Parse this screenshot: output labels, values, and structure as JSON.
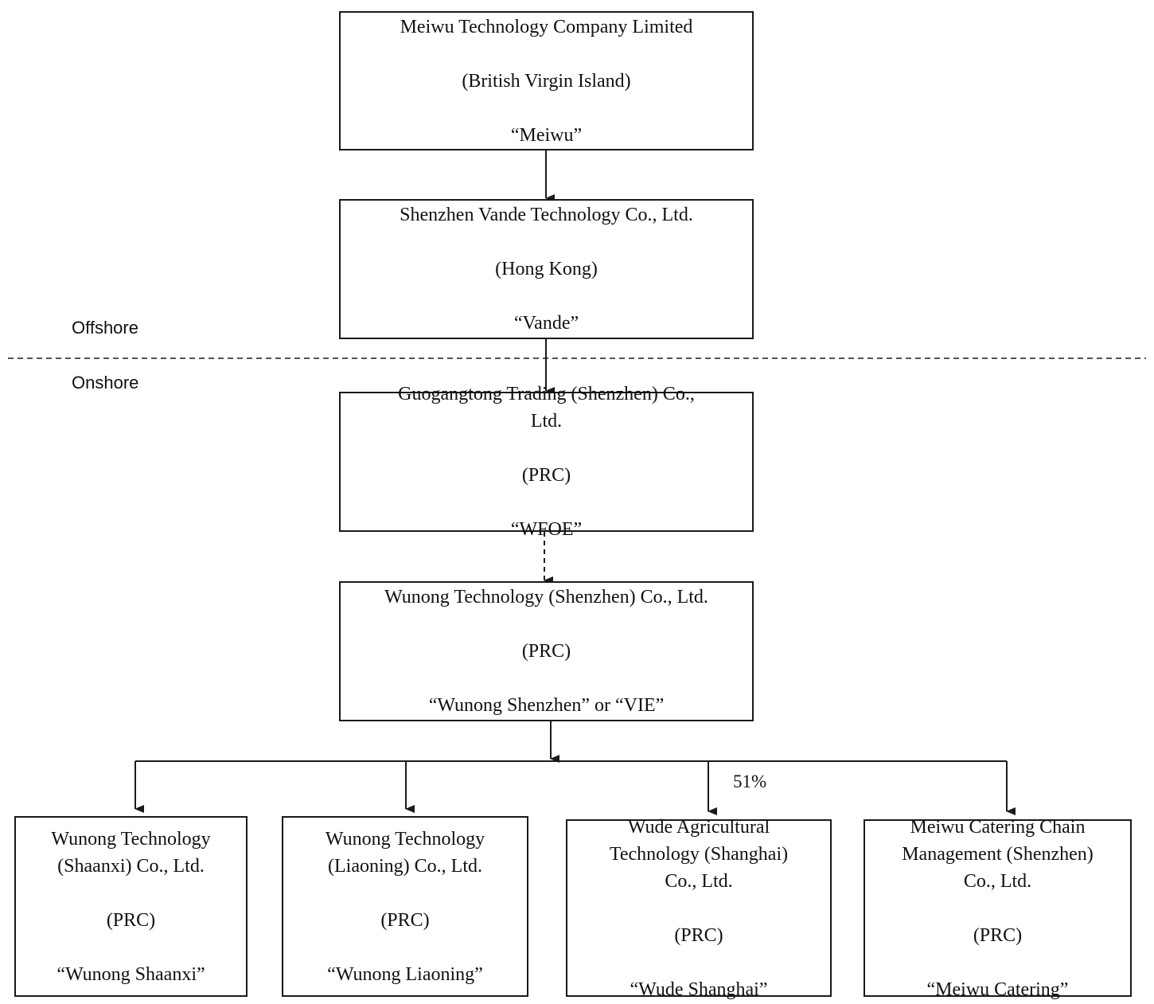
{
  "regions": {
    "offshore": "Offshore",
    "onshore": "Onshore"
  },
  "entities": {
    "meiwu": {
      "name": "Meiwu Technology Company Limited",
      "jurisdiction": "(British Virgin Island)",
      "alias": "“Meiwu”"
    },
    "vande": {
      "name": "Shenzhen Vande Technology Co., Ltd.",
      "jurisdiction": "(Hong Kong)",
      "alias": "“Vande”"
    },
    "wfoe": {
      "name": "Guogangtong Trading (Shenzhen) Co.,\nLtd.",
      "jurisdiction": "(PRC)",
      "alias": "“WFOE”"
    },
    "vie": {
      "name": "Wunong Technology (Shenzhen) Co., Ltd.",
      "jurisdiction": "(PRC)",
      "alias": "“Wunong Shenzhen” or “VIE”"
    },
    "shaanxi": {
      "name": "Wunong Technology\n(Shaanxi) Co., Ltd.",
      "jurisdiction": "(PRC)",
      "alias": "“Wunong Shaanxi”"
    },
    "liaoning": {
      "name": "Wunong Technology\n(Liaoning) Co., Ltd.",
      "jurisdiction": "(PRC)",
      "alias": "“Wunong Liaoning”"
    },
    "wude": {
      "name": "Wude Agricultural\nTechnology (Shanghai)\nCo., Ltd.",
      "jurisdiction": "(PRC)",
      "alias": "“Wude Shanghai”"
    },
    "catering": {
      "name": "Meiwu Catering Chain\nManagement (Shenzhen)\nCo., Ltd.",
      "jurisdiction": "(PRC)",
      "alias": "“Meiwu Catering”"
    }
  },
  "ownership": {
    "wude_pct": "51%"
  },
  "colors": {
    "line": "#1a1a1a"
  }
}
